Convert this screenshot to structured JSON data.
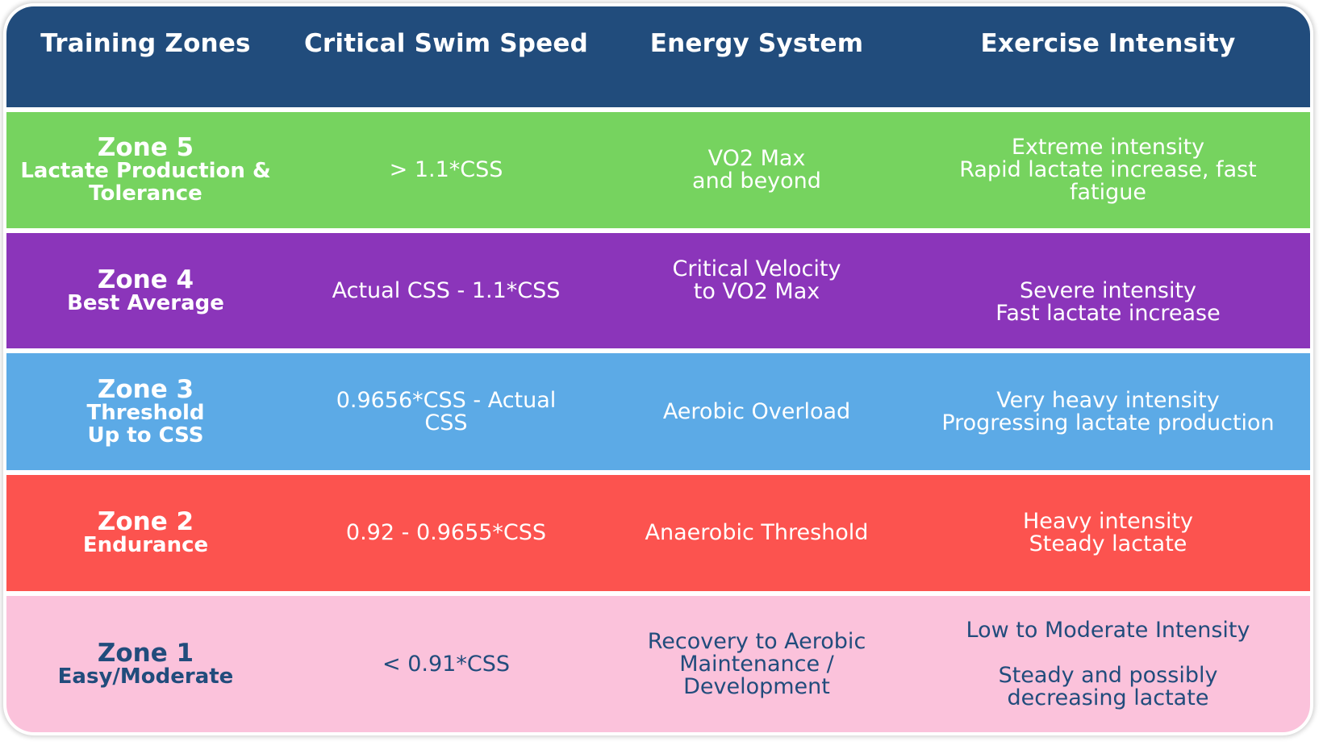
{
  "header": {
    "col1": "Training Zones",
    "col2": "Critical Swim Speed",
    "col3": "Energy System",
    "col4": "Exercise Intensity"
  },
  "rows": [
    {
      "zone": "Zone 5",
      "zone_sub": "Lactate Production &\nTolerance",
      "css": "> 1.1*CSS",
      "energy": "VO2 Max\nand beyond",
      "intensity": "Extreme intensity\nRapid lactate increase, fast\nfatigue",
      "color": "#76d35f"
    },
    {
      "zone": "Zone 4",
      "zone_sub": "Best Average",
      "css": "Actual CSS - 1.1*CSS",
      "energy": "Critical Velocity\nto VO2 Max",
      "intensity": "Severe intensity\nFast lactate increase",
      "color": "#8b35ba"
    },
    {
      "zone": "Zone 3",
      "zone_sub": "Threshold\nUp to CSS",
      "css": "0.9656*CSS - Actual\nCSS",
      "energy": "Aerobic Overload",
      "intensity": "Very heavy intensity\nProgressing lactate production",
      "color": "#5caae6"
    },
    {
      "zone": "Zone 2",
      "zone_sub": "Endurance",
      "css": "0.92 - 0.9655*CSS",
      "energy": "Anaerobic Threshold",
      "intensity": "Heavy intensity\nSteady lactate",
      "color": "#fc534f"
    },
    {
      "zone": "Zone 1",
      "zone_sub": "Easy/Moderate",
      "css": "< 0.91*CSS",
      "energy": "Recovery to Aerobic\nMaintenance /\nDevelopment",
      "intensity_line1": "Low to Moderate Intensity",
      "intensity_line2": "Steady and possibly\ndecreasing lactate",
      "color": "#fbc2db"
    }
  ],
  "colors": {
    "header_bg": "#214c7c",
    "zone1_text": "#214c7c"
  }
}
